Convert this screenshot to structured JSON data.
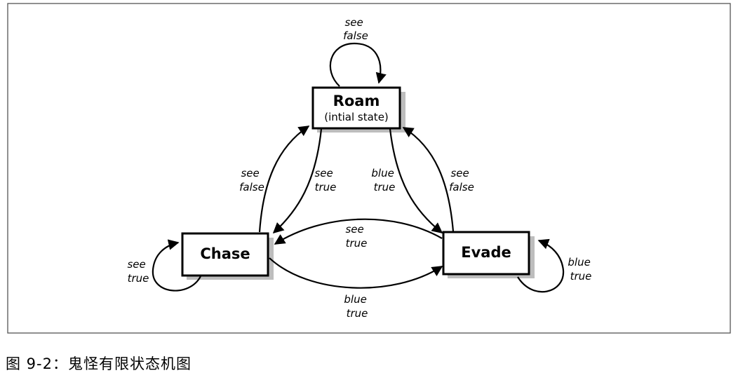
{
  "states": {
    "roam": {
      "title": "Roam",
      "subtitle": "(intial state)"
    },
    "chase": {
      "title": "Chase"
    },
    "evade": {
      "title": "Evade"
    }
  },
  "transitions": {
    "roam_self": [
      "see",
      "false"
    ],
    "chase_to_roam": [
      "see",
      "false"
    ],
    "roam_to_chase": [
      "see",
      "true"
    ],
    "roam_to_evade": [
      "blue",
      "true"
    ],
    "evade_to_roam": [
      "see",
      "false"
    ],
    "evade_to_chase": [
      "see",
      "true"
    ],
    "chase_to_evade": [
      "blue",
      "true"
    ],
    "chase_self": [
      "see",
      "true"
    ],
    "evade_self": [
      "blue",
      "true"
    ]
  },
  "caption": "图 9-2：鬼怪有限状态机图"
}
